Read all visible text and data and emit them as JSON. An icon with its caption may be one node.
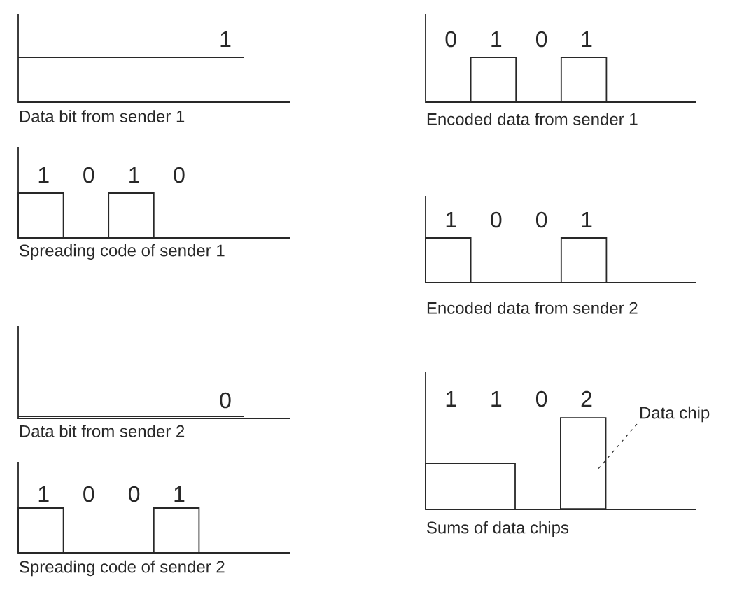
{
  "diagram": {
    "nodes": [
      {
        "text": [
          "Data chip"
        ]
      },
      {
        "text": [],
        "shape": "bar"
      }
    ],
    "edges": [
      {
        "from": 0,
        "to": 1,
        "arrow": "none",
        "style": "dashed"
      }
    ],
    "labels": [
      "1",
      "Data bit from sender 1",
      "1",
      "0",
      "1",
      "0",
      "Spreading code of sender 1",
      "0",
      "Data bit from sender 2",
      "1",
      "0",
      "0",
      "1",
      "Spreading code of sender 2",
      "0",
      "1",
      "0",
      "1",
      "Encoded data from sender 1",
      "1",
      "0",
      "0",
      "1",
      "Encoded data from sender 2",
      "1",
      "1",
      "0",
      "2",
      "Sums of data chips"
    ]
  }
}
